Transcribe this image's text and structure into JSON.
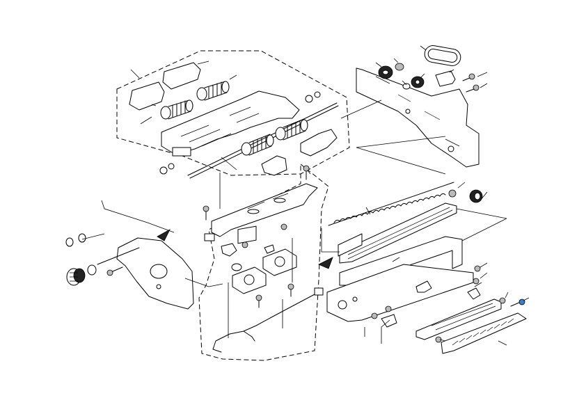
{
  "diagram": {
    "kind": "exploded parts view (unlabeled callouts)",
    "colors": {
      "line": "#000000",
      "background": "#ffffff",
      "highlight_screw": "#3b7fc4"
    },
    "groups": [
      "dashed-upper-left-frame-assembly",
      "upper-right-side-plate",
      "dashed-middle-bracket-and-harness",
      "left-side-plate",
      "lower-right-rail-assembly"
    ]
  }
}
